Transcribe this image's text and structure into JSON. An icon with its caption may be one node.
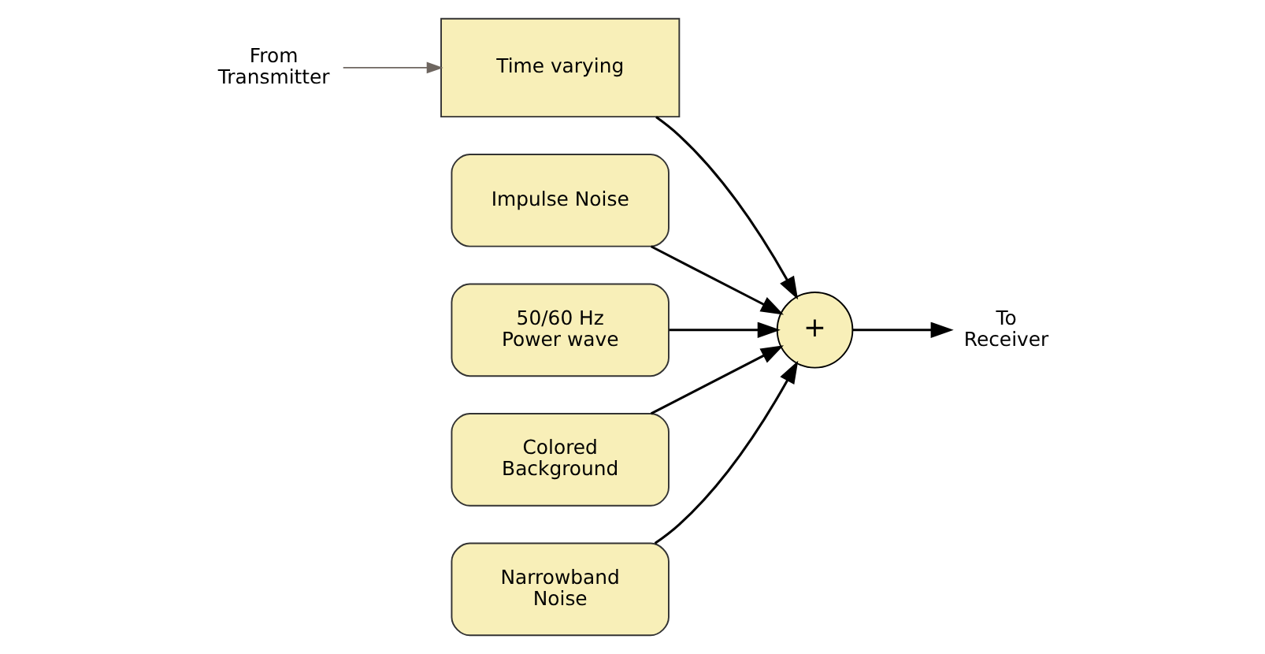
{
  "diagram": {
    "nodes": [
      {
        "text": [
          "From Transmitter"
        ]
      },
      {
        "text": [
          "Time varying"
        ]
      },
      {
        "text": [
          "Impulse Noise"
        ]
      },
      {
        "text": [
          "50/60 Hz Power wave"
        ]
      },
      {
        "text": [
          "+"
        ]
      },
      {
        "text": [
          "To Receiver"
        ]
      },
      {
        "text": [
          "Colored Background"
        ]
      },
      {
        "text": [
          "Narrowband Noise"
        ]
      }
    ],
    "edges": [
      {
        "from": 0,
        "to": 1,
        "arrow": "to",
        "color": "#6e6660"
      },
      {
        "from": 1,
        "to": 4,
        "arrow": "to"
      },
      {
        "from": 2,
        "to": 4,
        "arrow": "to"
      },
      {
        "from": 3,
        "to": 4,
        "arrow": "to"
      },
      {
        "from": 4,
        "to": 5,
        "arrow": "to"
      },
      {
        "from": 6,
        "to": 4,
        "arrow": "to"
      },
      {
        "from": 7,
        "to": 4,
        "arrow": "to"
      }
    ]
  }
}
